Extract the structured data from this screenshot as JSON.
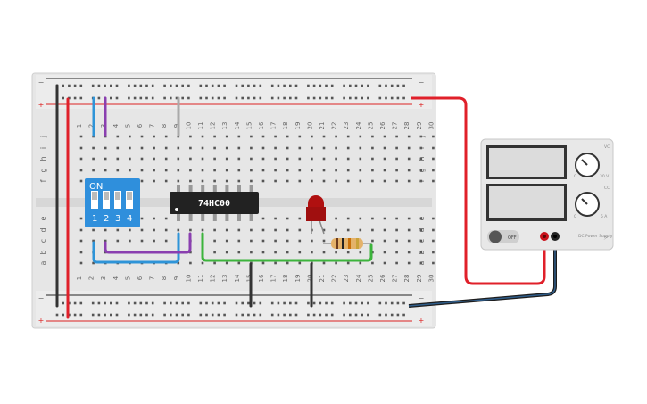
{
  "breadboard": {
    "column_numbers": [
      "1",
      "2",
      "3",
      "4",
      "5",
      "6",
      "7",
      "8",
      "9",
      "10",
      "11",
      "12",
      "13",
      "14",
      "15",
      "16",
      "17",
      "18",
      "19",
      "20",
      "21",
      "22",
      "23",
      "24",
      "25",
      "26",
      "27",
      "28",
      "29",
      "30"
    ],
    "top_row_letters": [
      "j",
      "i",
      "h",
      "g",
      "f"
    ],
    "bottom_row_letters": [
      "e",
      "d",
      "c",
      "b",
      "a"
    ],
    "rail_minus": "−",
    "rail_plus": "+"
  },
  "chip": {
    "label": "74HC00"
  },
  "dip_switch": {
    "label": "ON",
    "positions": [
      "1",
      "2",
      "3",
      "4"
    ]
  },
  "power_supply": {
    "off_label": "OFF",
    "knob1_labels": [
      "VC",
      "30 V",
      "0"
    ],
    "knob2_labels": [
      "CC",
      "5 A",
      "0"
    ],
    "brand": "DC Power Supply"
  },
  "colors": {
    "wire_red": "#e0202a",
    "wire_black": "#333333",
    "wire_blue": "#2e94d8",
    "wire_purple": "#8a3fb0",
    "wire_green": "#3cb43c",
    "wire_gray": "#aaaaaa",
    "wire_lead_blue": "#2f5d8a",
    "dip_blue": "#2f8fdc",
    "led_red": "#b01010"
  }
}
